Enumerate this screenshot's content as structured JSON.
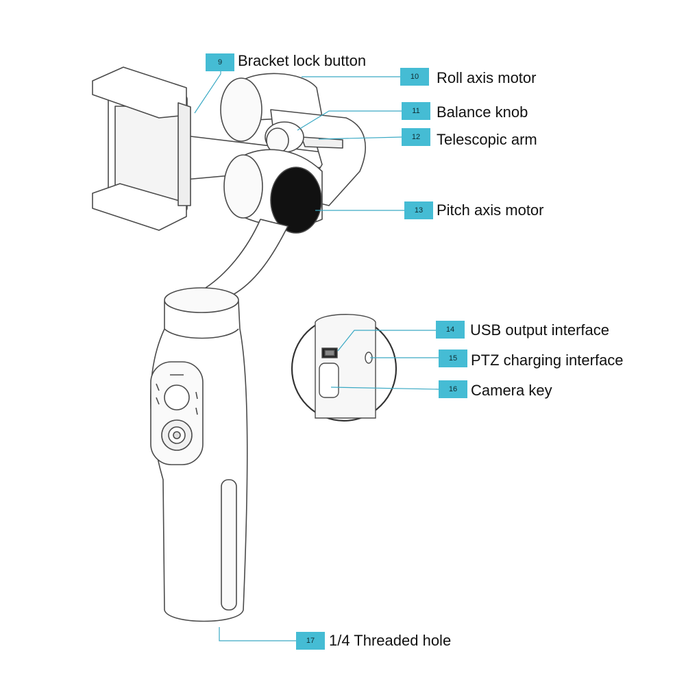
{
  "colors": {
    "badge": "#45bcd4",
    "leader_line": "#3aa9c4",
    "outline": "#4a4a4a",
    "body_fill": "#ffffff",
    "motor_face": "#111111"
  },
  "callouts": [
    {
      "id": "bracket-lock-button",
      "number": "9",
      "label": "Bracket lock button"
    },
    {
      "id": "roll-axis-motor",
      "number": "10",
      "label": "Roll axis motor"
    },
    {
      "id": "balance-knob",
      "number": "11",
      "label": "Balance knob"
    },
    {
      "id": "telescopic-arm",
      "number": "12",
      "label": "Telescopic arm"
    },
    {
      "id": "pitch-axis-motor",
      "number": "13",
      "label": "Pitch axis motor"
    },
    {
      "id": "usb-output-interface",
      "number": "14",
      "label": "USB output interface"
    },
    {
      "id": "ptz-charging-interface",
      "number": "15",
      "label": "PTZ charging interface"
    },
    {
      "id": "camera-key",
      "number": "16",
      "label": "Camera key"
    },
    {
      "id": "threaded-hole",
      "number": "17",
      "label": "1/4 Threaded hole"
    }
  ],
  "icons": {
    "gimbal": "gimbal-drawing-icon",
    "detail": "detail-zoom-icon"
  }
}
